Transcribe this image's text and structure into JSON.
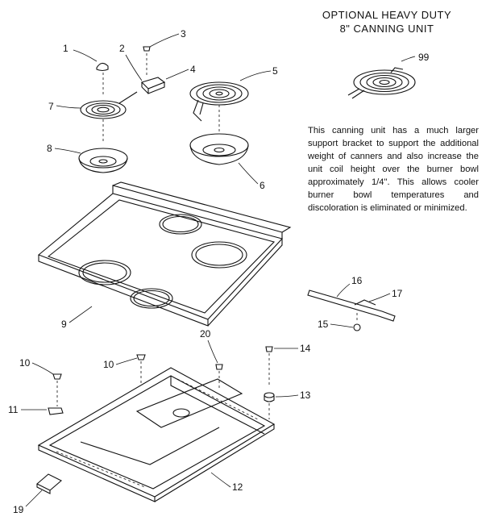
{
  "header": {
    "title_line1": "OPTIONAL HEAVY DUTY",
    "title_line2": "8\" CANNING UNIT"
  },
  "description": "This canning unit has a much larger support bracket to support the additional weight of canners and also increase the unit coil height over the burner bowl approximately 1/4\". This allows cooler burner bowl temperatures and discoloration is eliminated or minimized.",
  "part_labels": {
    "p1": "1",
    "p2": "2",
    "p3": "3",
    "p4": "4",
    "p5": "5",
    "p6": "6",
    "p7": "7",
    "p8": "8",
    "p9": "9",
    "p10a": "10",
    "p10b": "10",
    "p11": "11",
    "p12": "12",
    "p13": "13",
    "p14": "14",
    "p15": "15",
    "p16": "16",
    "p17": "17",
    "p19": "19",
    "p20": "20",
    "p99": "99"
  },
  "icons": [
    "surface-element-coil",
    "burner-bowl",
    "cooktop",
    "bottom-pan",
    "screw"
  ]
}
